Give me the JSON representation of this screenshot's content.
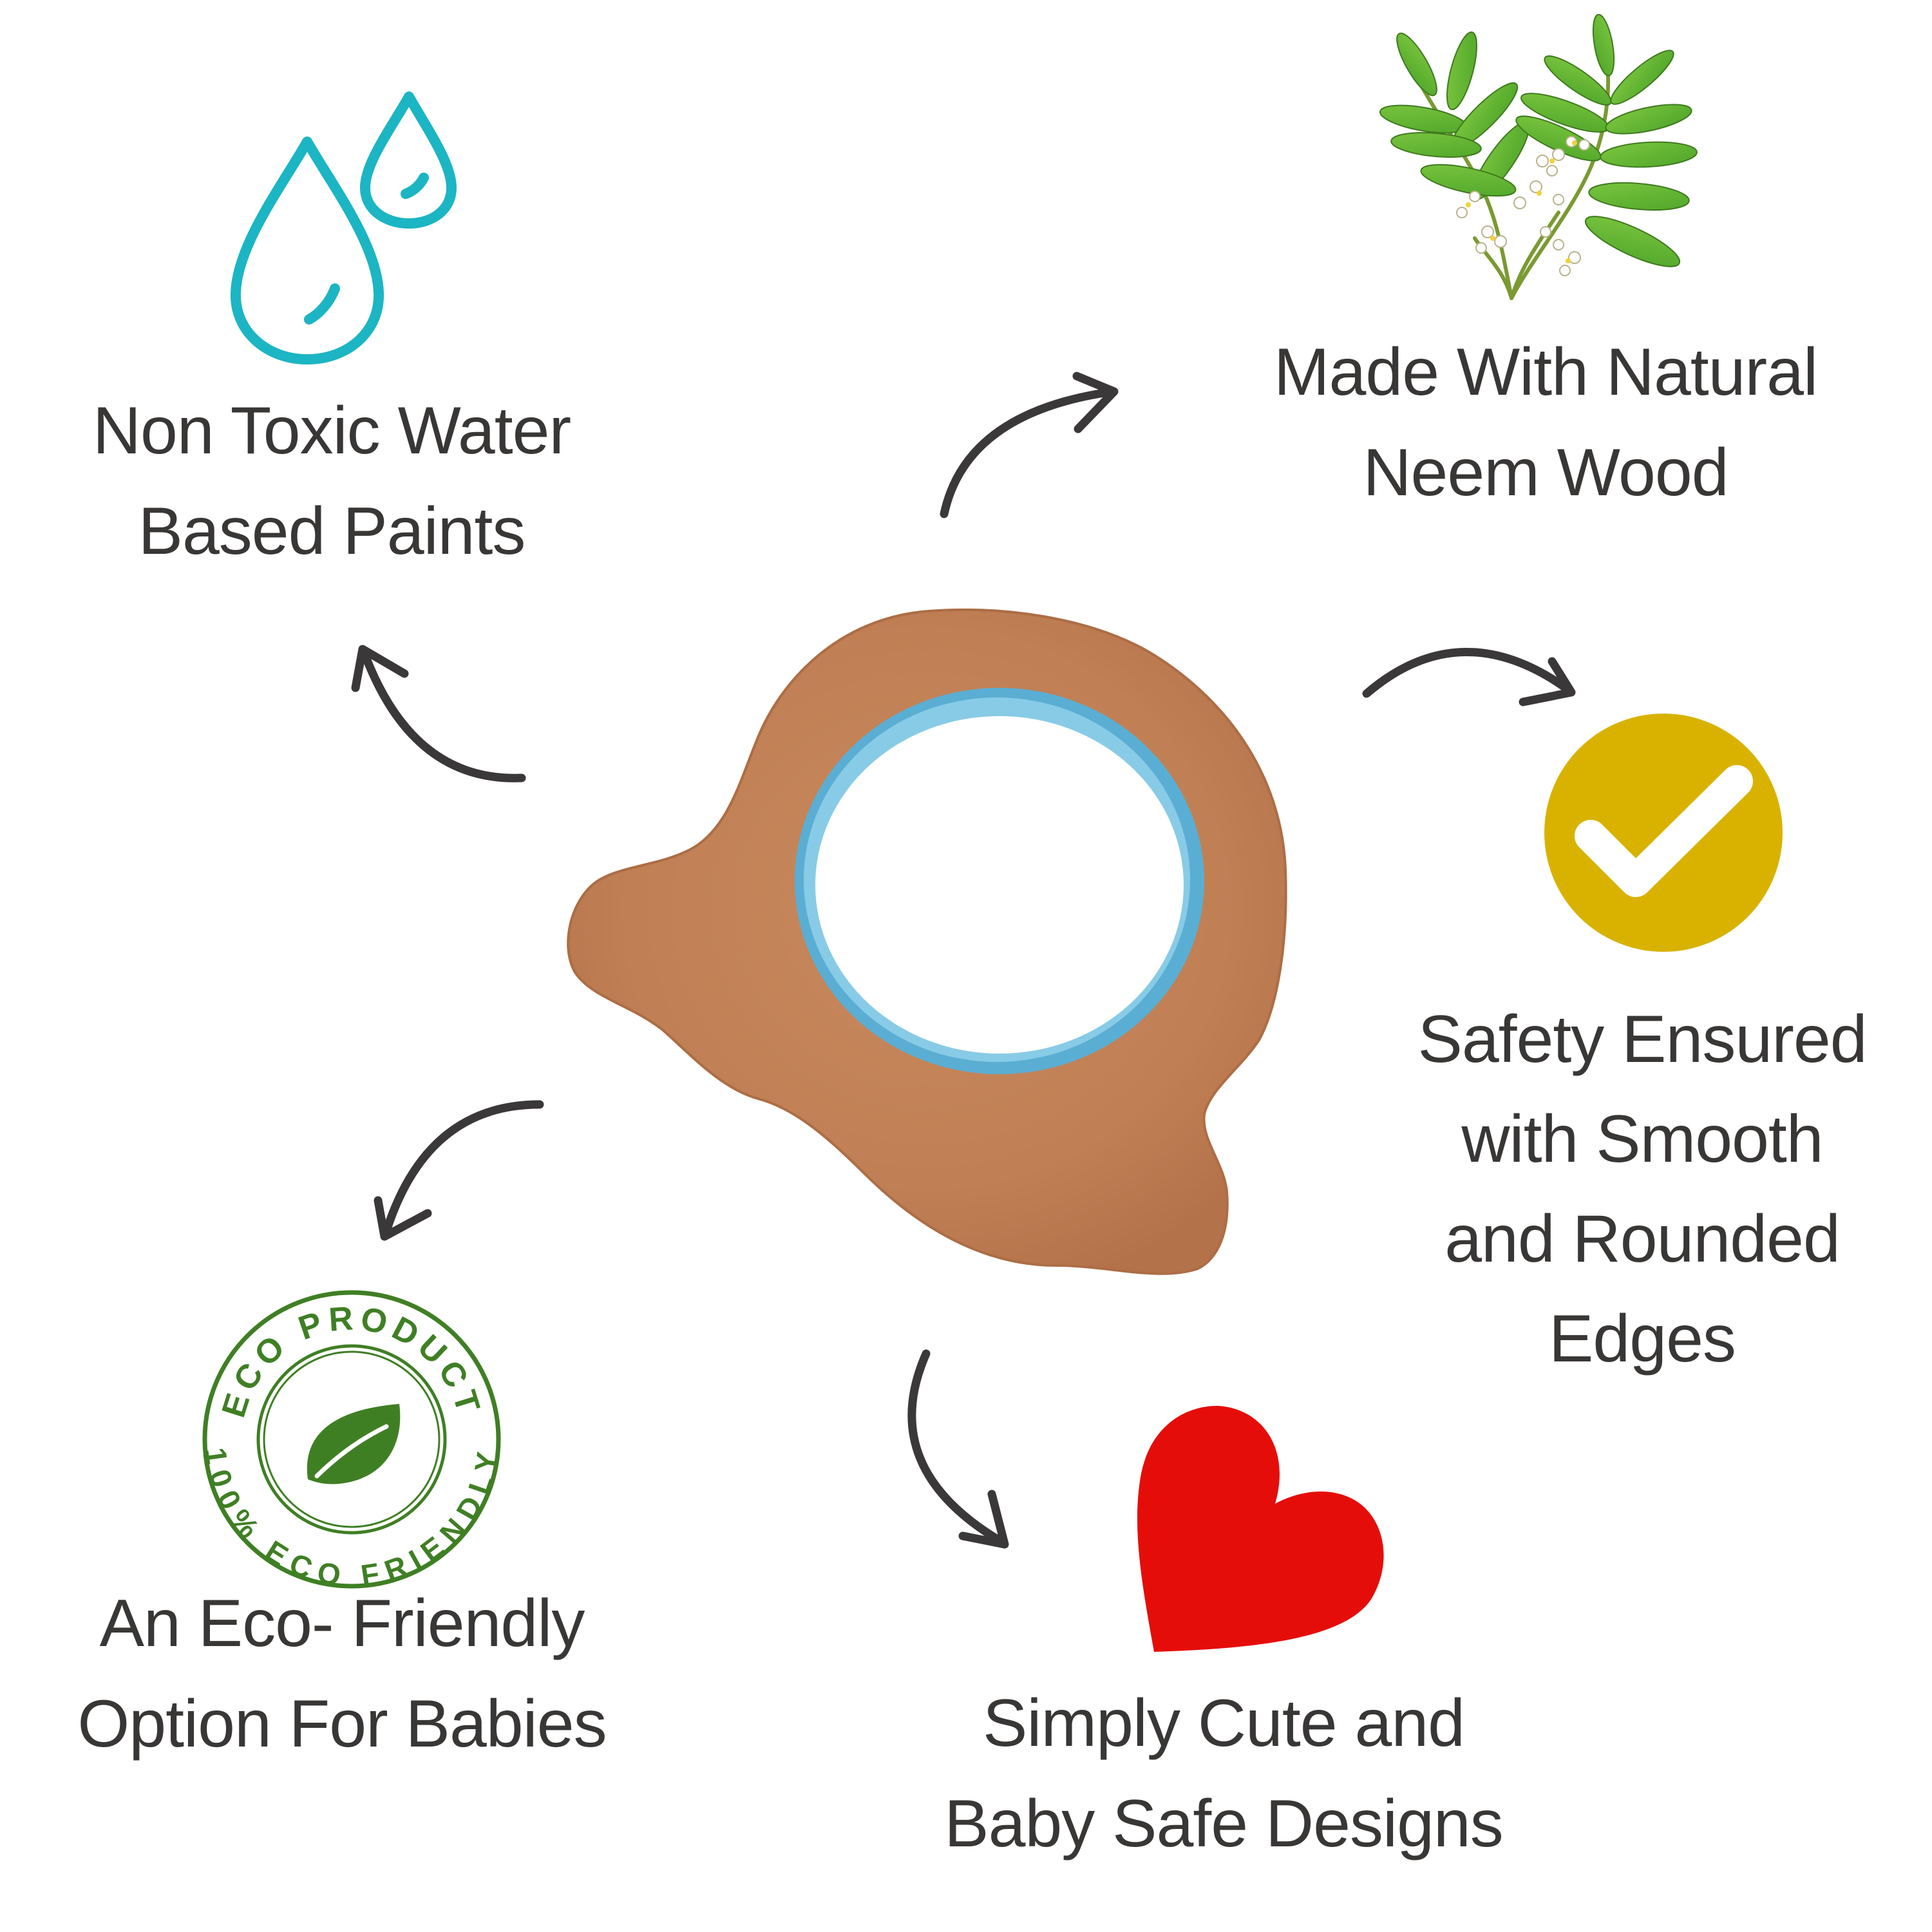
{
  "features": [
    {
      "id": "non-toxic-paints",
      "icon": "water-drops-icon",
      "lines": [
        "Non Toxic Water",
        "Based Paints"
      ]
    },
    {
      "id": "neem-wood",
      "icon": "neem-branch-icon",
      "lines": [
        "Made With Natural",
        "Neem Wood"
      ]
    },
    {
      "id": "safety",
      "icon": "checkmark-circle-icon",
      "lines": [
        "Safety Ensured",
        "with Smooth",
        "and Rounded",
        "Edges"
      ]
    },
    {
      "id": "cute-designs",
      "icon": "heart-icon",
      "lines": [
        "Simply Cute and",
        "Baby Safe Designs"
      ]
    },
    {
      "id": "eco-friendly",
      "icon": "eco-product-stamp-icon",
      "lines": [
        "An Eco- Friendly",
        "Option For Babies"
      ]
    }
  ],
  "stamp": {
    "top_text": "ECO PRODUCT",
    "bottom_text": "100% ECO FRIENDLY",
    "icon": "leaf-icon"
  },
  "product": {
    "name": "neem-wood-teether",
    "shape": "wooden teether with blue painted ring"
  },
  "colors": {
    "text": "#393736",
    "arrow": "#3a3838",
    "water_drop": "#1cb5c3",
    "check_circle": "#d9b200",
    "heart": "#e50d0a",
    "eco_green": "#3f7f24",
    "wood": "#c3845a",
    "ring_blue": "#5aaed3",
    "leaf_green": "#5cb531"
  }
}
